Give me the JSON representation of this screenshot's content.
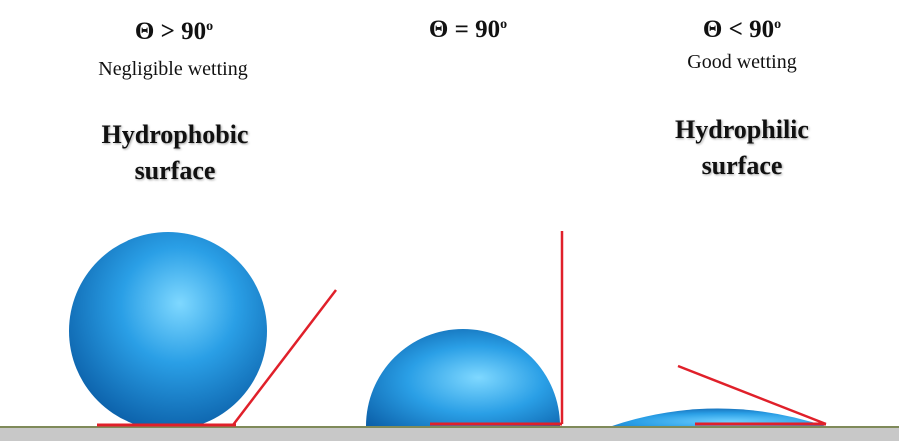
{
  "panels": [
    {
      "angle_prefix": "Θ > 90",
      "angle_degree": "o",
      "wetting": "Negligible wetting",
      "surface_line1": "Hydrophobic",
      "surface_line2": "surface"
    },
    {
      "angle_prefix": "Θ = 90",
      "angle_degree": "o",
      "wetting": "",
      "surface_line1": "",
      "surface_line2": ""
    },
    {
      "angle_prefix": "Θ < 90",
      "angle_degree": "o",
      "wetting": "Good wetting",
      "surface_line1": "Hydrophilic",
      "surface_line2": "surface"
    }
  ],
  "colors": {
    "droplet_light": "#7fd8ff",
    "droplet_mid": "#2a9fe6",
    "droplet_dark": "#0b5fa8",
    "angle_line": "#e0202a",
    "substrate": "#c8c8c8",
    "substrate_edge": "#7f8a5a"
  }
}
